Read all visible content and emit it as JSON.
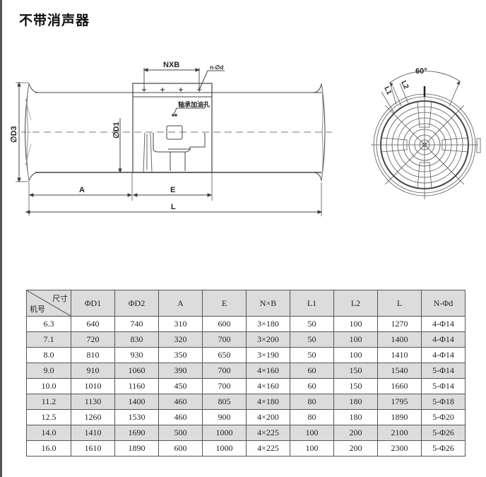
{
  "title": "不带消声器",
  "drawing": {
    "side_view": {
      "labels": {
        "nxb": "NXB",
        "n_d": "n-∅d",
        "bearing_oil_hole": "轴承加油孔",
        "d3": "∅D3",
        "d1": "∅D1",
        "a": "A",
        "e": "E",
        "l": "L"
      }
    },
    "front_view": {
      "labels": {
        "angle": "60°",
        "l1": "L1",
        "l2": "L2"
      }
    }
  },
  "table": {
    "corner": {
      "top_right": "尺寸",
      "bottom_left": "机号"
    },
    "headers": [
      "ΦD1",
      "ΦD2",
      "A",
      "E",
      "N×B",
      "L1",
      "L2",
      "L",
      "N-Φd"
    ],
    "rows": [
      [
        "6.3",
        "640",
        "740",
        "310",
        "600",
        "3×180",
        "50",
        "100",
        "1270",
        "4-Φ14"
      ],
      [
        "7.1",
        "720",
        "830",
        "320",
        "700",
        "3×200",
        "50",
        "100",
        "1400",
        "4-Φ14"
      ],
      [
        "8.0",
        "810",
        "930",
        "350",
        "650",
        "3×190",
        "50",
        "100",
        "1410",
        "4-Φ14"
      ],
      [
        "9.0",
        "910",
        "1060",
        "390",
        "700",
        "4×160",
        "60",
        "150",
        "1540",
        "5-Φ14"
      ],
      [
        "10.0",
        "1010",
        "1160",
        "450",
        "700",
        "4×160",
        "60",
        "150",
        "1660",
        "5-Φ14"
      ],
      [
        "11.2",
        "1130",
        "1400",
        "460",
        "805",
        "4×180",
        "80",
        "180",
        "1795",
        "5-Φ18"
      ],
      [
        "12.5",
        "1260",
        "1530",
        "460",
        "900",
        "4×200",
        "80",
        "180",
        "1890",
        "5-Φ20"
      ],
      [
        "14.0",
        "1410",
        "1690",
        "500",
        "1000",
        "4×225",
        "100",
        "200",
        "2100",
        "5-Φ26"
      ],
      [
        "16.0",
        "1610",
        "1890",
        "600",
        "1000",
        "4×225",
        "100",
        "200",
        "2300",
        "5-Φ26"
      ]
    ]
  }
}
